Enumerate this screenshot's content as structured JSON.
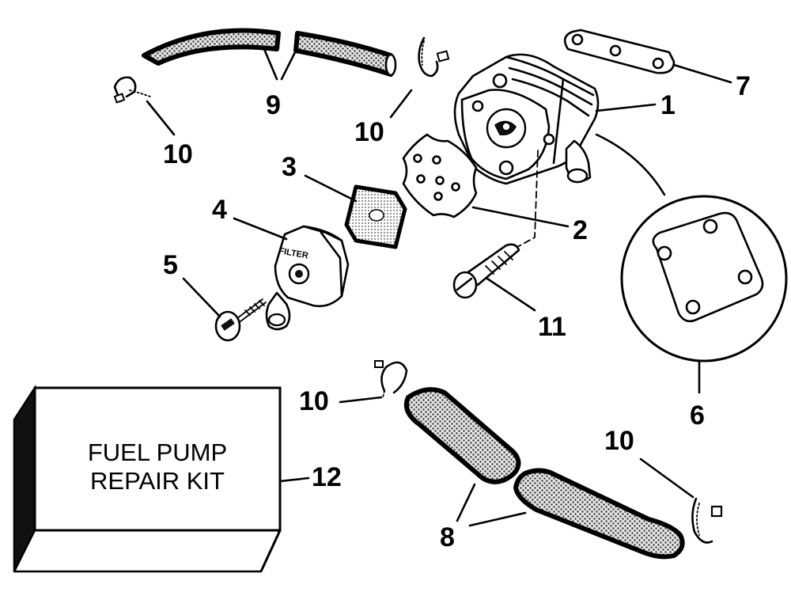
{
  "callouts": {
    "c1": "1",
    "c2": "2",
    "c3": "3",
    "c4": "4",
    "c5": "5",
    "c6": "6",
    "c7": "7",
    "c8": "8",
    "c9": "9",
    "c10": "10",
    "c11": "11",
    "c12": "12"
  },
  "kit_box": {
    "line1": "FUEL PUMP",
    "line2": "REPAIR KIT"
  },
  "filter_cover_text": "FILTER",
  "colors": {
    "ink": "#000000",
    "paper": "#ffffff"
  }
}
